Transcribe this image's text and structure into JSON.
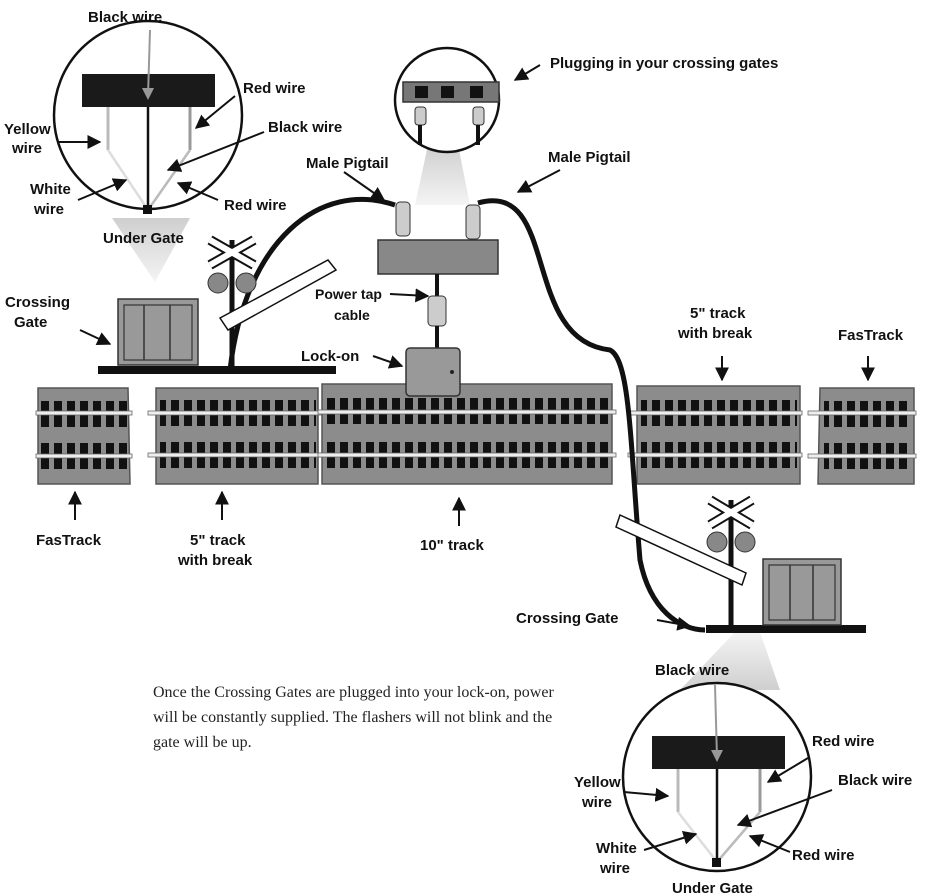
{
  "labels": {
    "top_black_wire": "Black wire",
    "top_red_wire_1": "Red wire",
    "top_yellow_wire": [
      "Yellow",
      "wire"
    ],
    "top_black_wire_2": "Black wire",
    "top_white_wire": [
      "White",
      "wire"
    ],
    "top_red_wire_2": "Red wire",
    "top_under_gate": "Under Gate",
    "plugging": "Plugging in your crossing gates",
    "male_pigtail_left": "Male Pigtail",
    "male_pigtail_right": "Male Pigtail",
    "power_tap": [
      "Power tap",
      "cable"
    ],
    "lock_on": "Lock-on",
    "crossing_gate_left": [
      "Crossing",
      "Gate"
    ],
    "track_break_right": [
      "5\" track",
      "with break"
    ],
    "fastrack_right": "FasTrack",
    "fastrack_left": "FasTrack",
    "track_break_left": [
      "5\" track",
      "with break"
    ],
    "track_10": "10\" track",
    "crossing_gate_right": "Crossing Gate",
    "bot_black_wire": "Black wire",
    "bot_red_wire_1": "Red wire",
    "bot_yellow_wire": [
      "Yellow",
      "wire"
    ],
    "bot_black_wire_2": "Black wire",
    "bot_white_wire": [
      "White",
      "wire"
    ],
    "bot_red_wire_2": "Red wire",
    "bot_under_gate": "Under Gate"
  },
  "caption": "Once the Crossing Gates are plugged into your lock-on, power will be constantly supplied.  The flashers will not blink and the gate will be up."
}
